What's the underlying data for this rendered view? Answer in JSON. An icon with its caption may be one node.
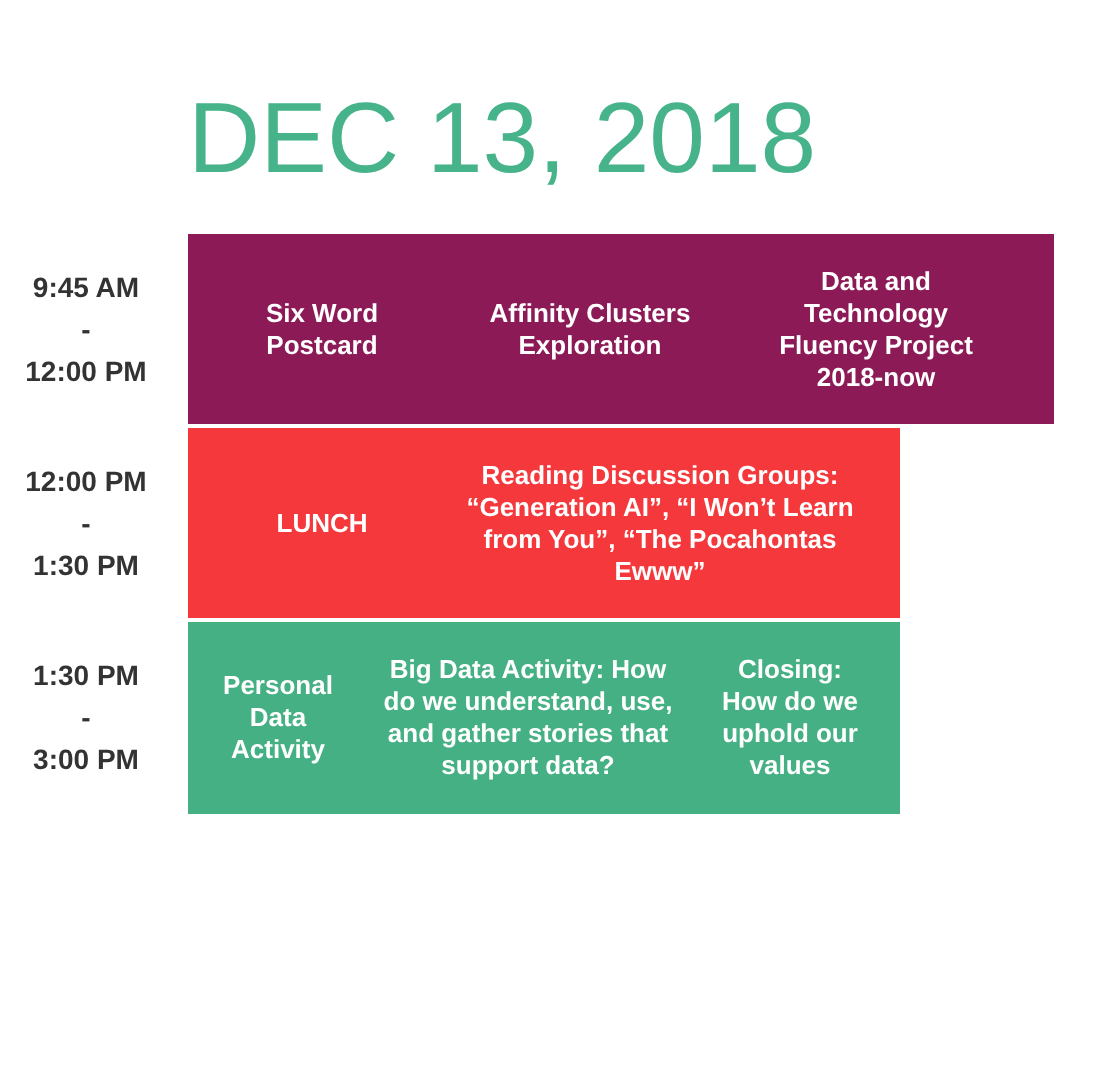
{
  "diagram": {
    "title": "DEC 13, 2018",
    "nodes": [
      {
        "text": [
          "Six Word Postcard",
          "Affinity Clusters Exploration",
          "Data and Technology Fluency Project 2018-now"
        ],
        "beside": [
          "9:45 AM - 12:00 PM"
        ]
      },
      {
        "text": [
          "LUNCH",
          "Reading Discussion Groups: “Generation AI”, “I Won’t Learn from You”, “The Pocahontas Ewww”"
        ],
        "beside": [
          "12:00 PM - 1:30 PM"
        ]
      },
      {
        "text": [
          "Personal Data Activity",
          "Big Data Activity: How do we understand, use, and gather stories that support data?",
          "Closing: How do we uphold our values"
        ],
        "beside": [
          "1:30 PM - 3:00 PM"
        ]
      }
    ]
  }
}
